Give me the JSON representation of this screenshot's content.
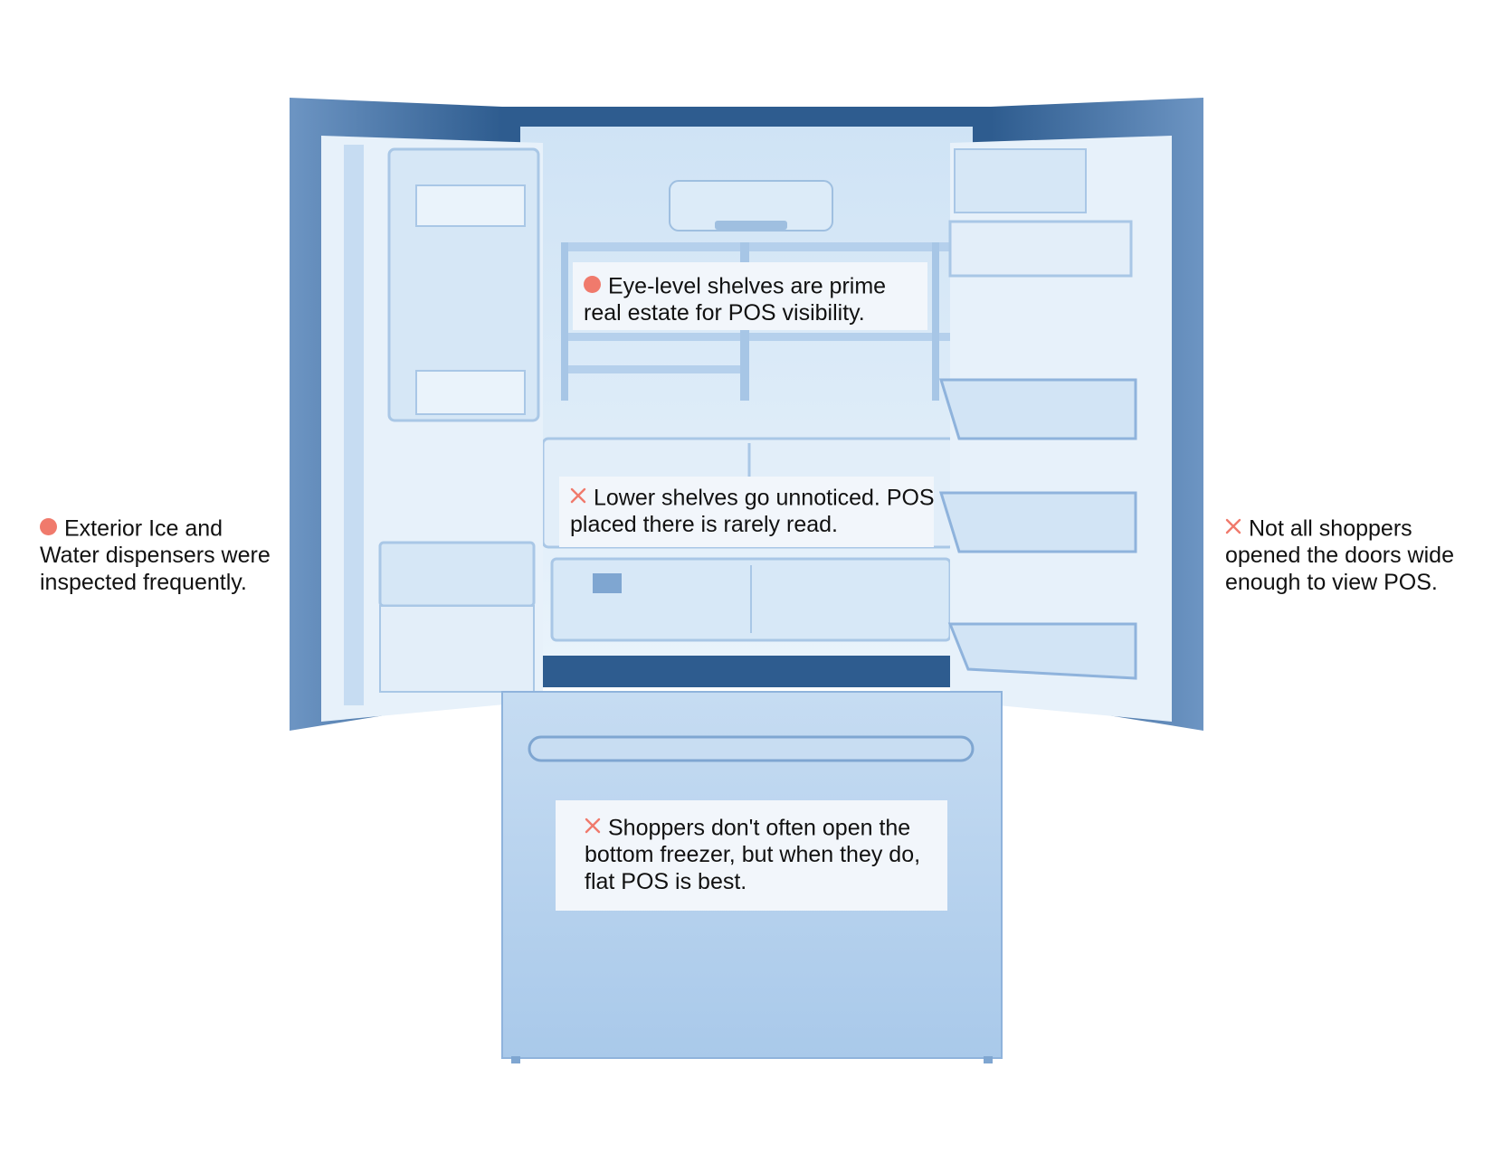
{
  "colors": {
    "accent": "#f07a6c",
    "fridge_light": "#e4eff9",
    "fridge_mid": "#b9d4ee",
    "fridge_dark": "#2e5c8f",
    "callout_box": "#f2f6fb"
  },
  "callouts": {
    "eye_level": {
      "icon": "dot-icon",
      "lines": [
        "Eye-level shelves are prime",
        "real estate for POS visibility."
      ]
    },
    "lower_shelves": {
      "icon": "x-icon",
      "lines": [
        "Lower shelves go unnoticed. POS",
        "placed there is rarely read."
      ]
    },
    "exterior_dispensers": {
      "icon": "dot-icon",
      "lines": [
        "Exterior Ice and",
        "Water dispensers were",
        "inspected frequently."
      ]
    },
    "doors_wide": {
      "icon": "x-icon",
      "lines": [
        "Not all shoppers",
        "opened the doors wide",
        "enough to view POS."
      ]
    },
    "bottom_freezer": {
      "icon": "x-icon",
      "lines": [
        "Shoppers don't often open the",
        "bottom freezer, but when they do,",
        "flat POS is best."
      ]
    }
  }
}
